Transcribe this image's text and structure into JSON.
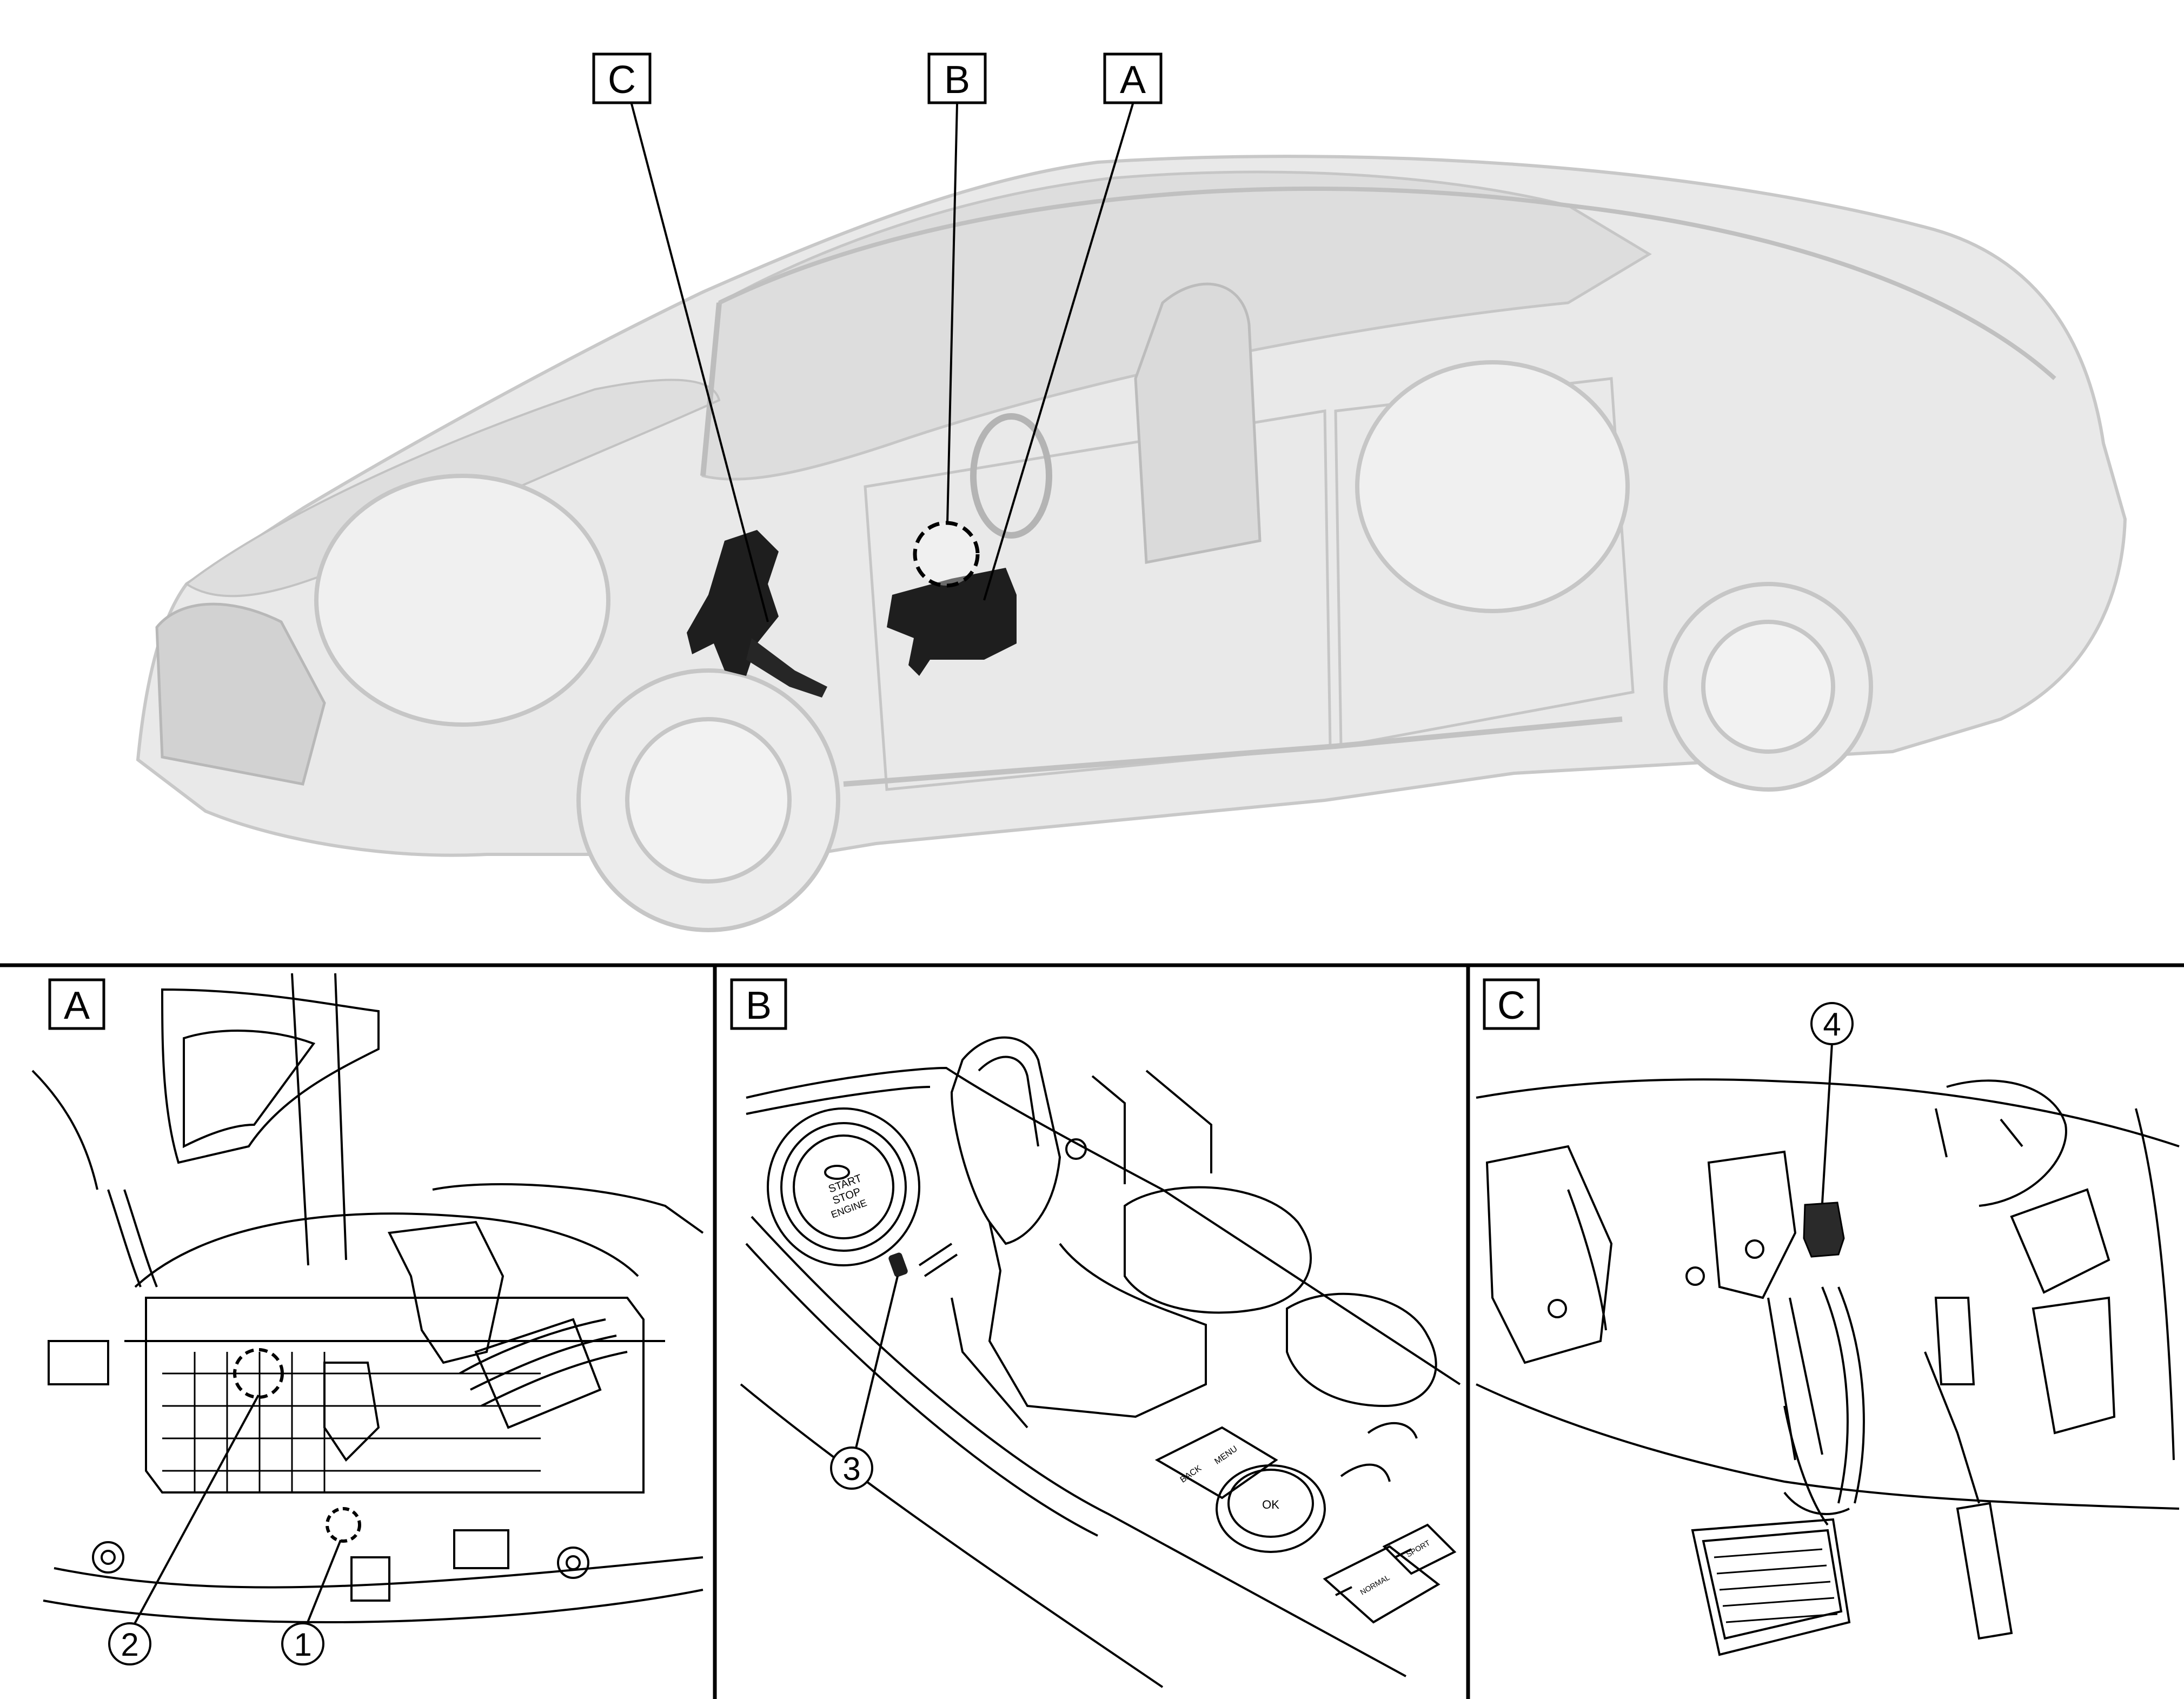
{
  "callouts": {
    "a": "A",
    "b": "B",
    "c": "C"
  },
  "panels": {
    "a": {
      "label": "A",
      "parts": [
        "2",
        "1"
      ]
    },
    "b": {
      "label": "B",
      "parts": [
        "3"
      ],
      "button_text": [
        "START",
        "STOP",
        "ENGINE"
      ],
      "mode_text": [
        "NORMAL",
        "SPORT"
      ],
      "knob_text": [
        "BACK",
        "MENU",
        "OK"
      ]
    },
    "c": {
      "label": "C",
      "parts": [
        "4"
      ]
    }
  },
  "colors": {
    "line": "#000000",
    "ghost_body": "#e6e6e6",
    "ghost_stroke": "#c4c4c4",
    "component": "#1e1e1e"
  }
}
